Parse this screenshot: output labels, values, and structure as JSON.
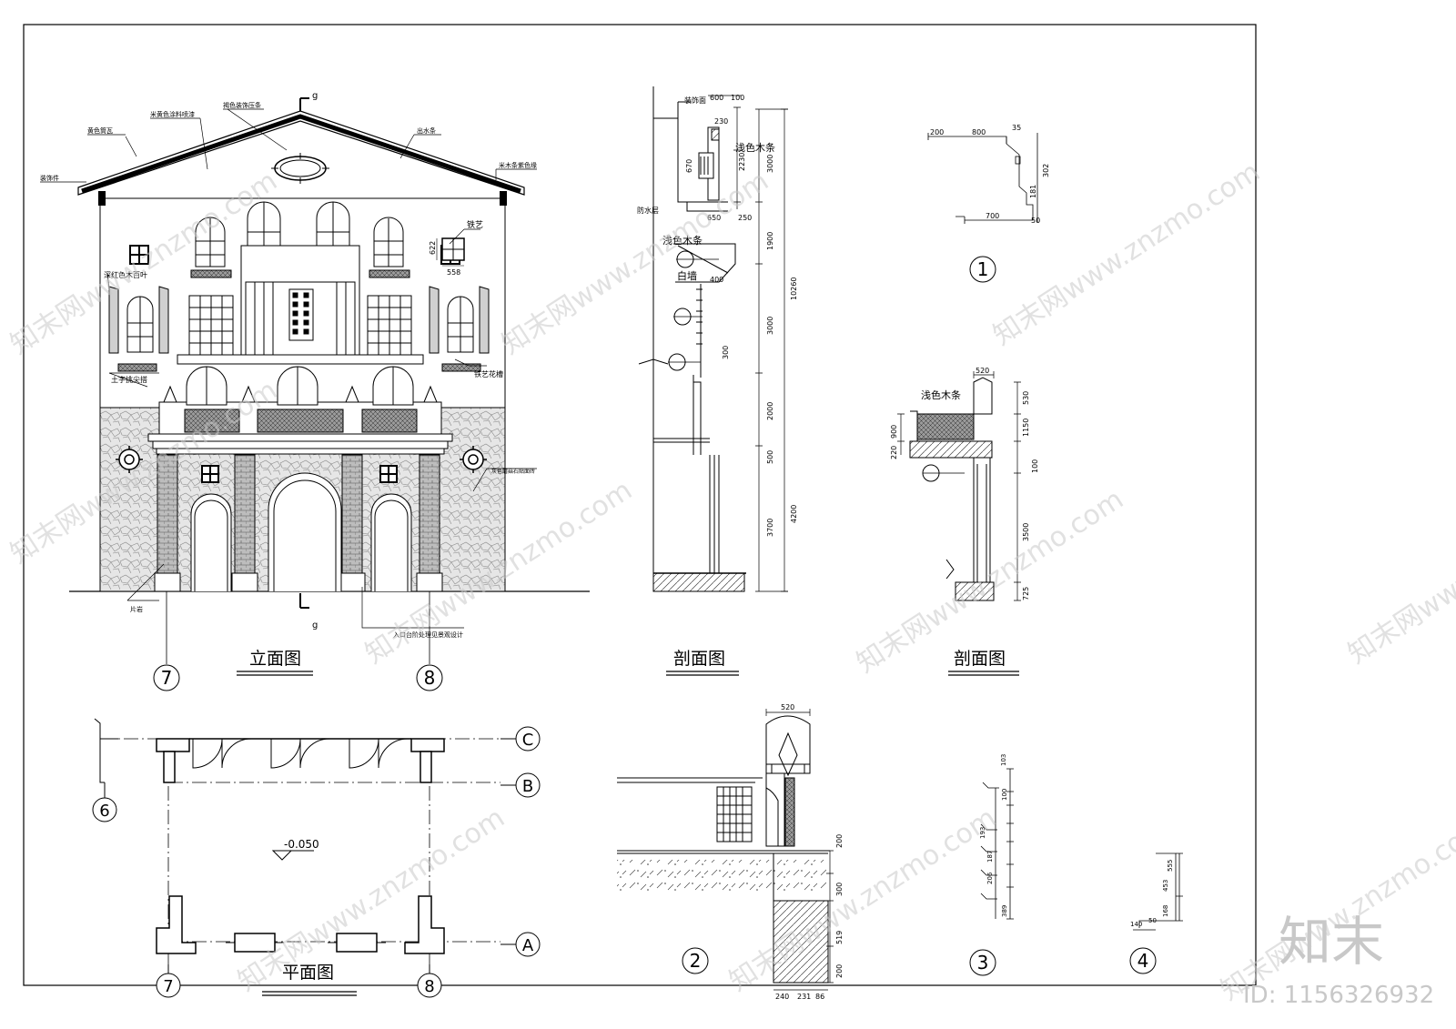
{
  "sheet": {
    "titles": {
      "elevation": "立面图",
      "section_a": "剖面图",
      "section_b": "剖面图",
      "plan": "平面图"
    },
    "axes": {
      "a7": "7",
      "a8": "8",
      "a6": "6",
      "pa7": "7",
      "pa8": "8",
      "gA": "A",
      "gB": "B",
      "gC": "C"
    },
    "details": {
      "d1": "1",
      "d2": "2",
      "d3": "3",
      "d4": "4"
    },
    "section_mark": "g",
    "elev_notes": {
      "n1": "黄色筒瓦",
      "n2": "米黄色涂料喷漆",
      "n3": "褐色装饰压条",
      "n4": "出水条",
      "n5": "米木条紫色缘",
      "n6": "装饰件",
      "n7": "铁艺",
      "n8": "深红色木百叶",
      "n9": "土字挑尖搭",
      "n10": "铁艺花槽",
      "n11": "灰色蘑菇石贴面砖",
      "n12": "片岩",
      "n13": "入口台阶处理见景观设计",
      "d622": "622",
      "d558": "558"
    },
    "secA": {
      "lbl1": "浅色木条",
      "lbl2": "浅色木条",
      "lbl3": "白墙",
      "lbl4": "装饰面",
      "lbl5": "防水层",
      "d600": "600",
      "d100": "100",
      "d230": "230",
      "d670": "670",
      "d2230": "2230",
      "d650": "650",
      "d250": "250",
      "d3000": "3000",
      "d1900": "1900",
      "d400": "400",
      "d10260": "10260",
      "d3000b": "3000",
      "d2000": "2000",
      "d500": "500",
      "d3700": "3700",
      "d4200": "4200",
      "d300": "300"
    },
    "secB": {
      "lbl1": "浅色木条",
      "d520": "520",
      "d530": "530",
      "d900": "900",
      "d1150": "1150",
      "d220": "220",
      "d3500": "3500",
      "d725": "725",
      "d100": "100"
    },
    "det1": {
      "d200": "200",
      "d800": "800",
      "d35": "35",
      "d302": "302",
      "d181": "181",
      "d700": "700",
      "d50": "50"
    },
    "det2": {
      "d520": "520",
      "d200": "200",
      "d300": "300",
      "d519": "519",
      "d200b": "200",
      "d240": "240",
      "d231": "231",
      "d86": "86"
    },
    "det3": {
      "d103": "103",
      "d100": "100",
      "d193": "193",
      "d187": "187",
      "d206": "206",
      "d389": "389"
    },
    "det4": {
      "d555": "555",
      "d453": "453",
      "d168": "168",
      "d140": "140",
      "d50": "50"
    },
    "plan": {
      "level": "-0.050"
    },
    "watermark": {
      "text": "知末网www.znzmo.com",
      "logo": "知末",
      "id": "ID: 1156326932"
    }
  }
}
